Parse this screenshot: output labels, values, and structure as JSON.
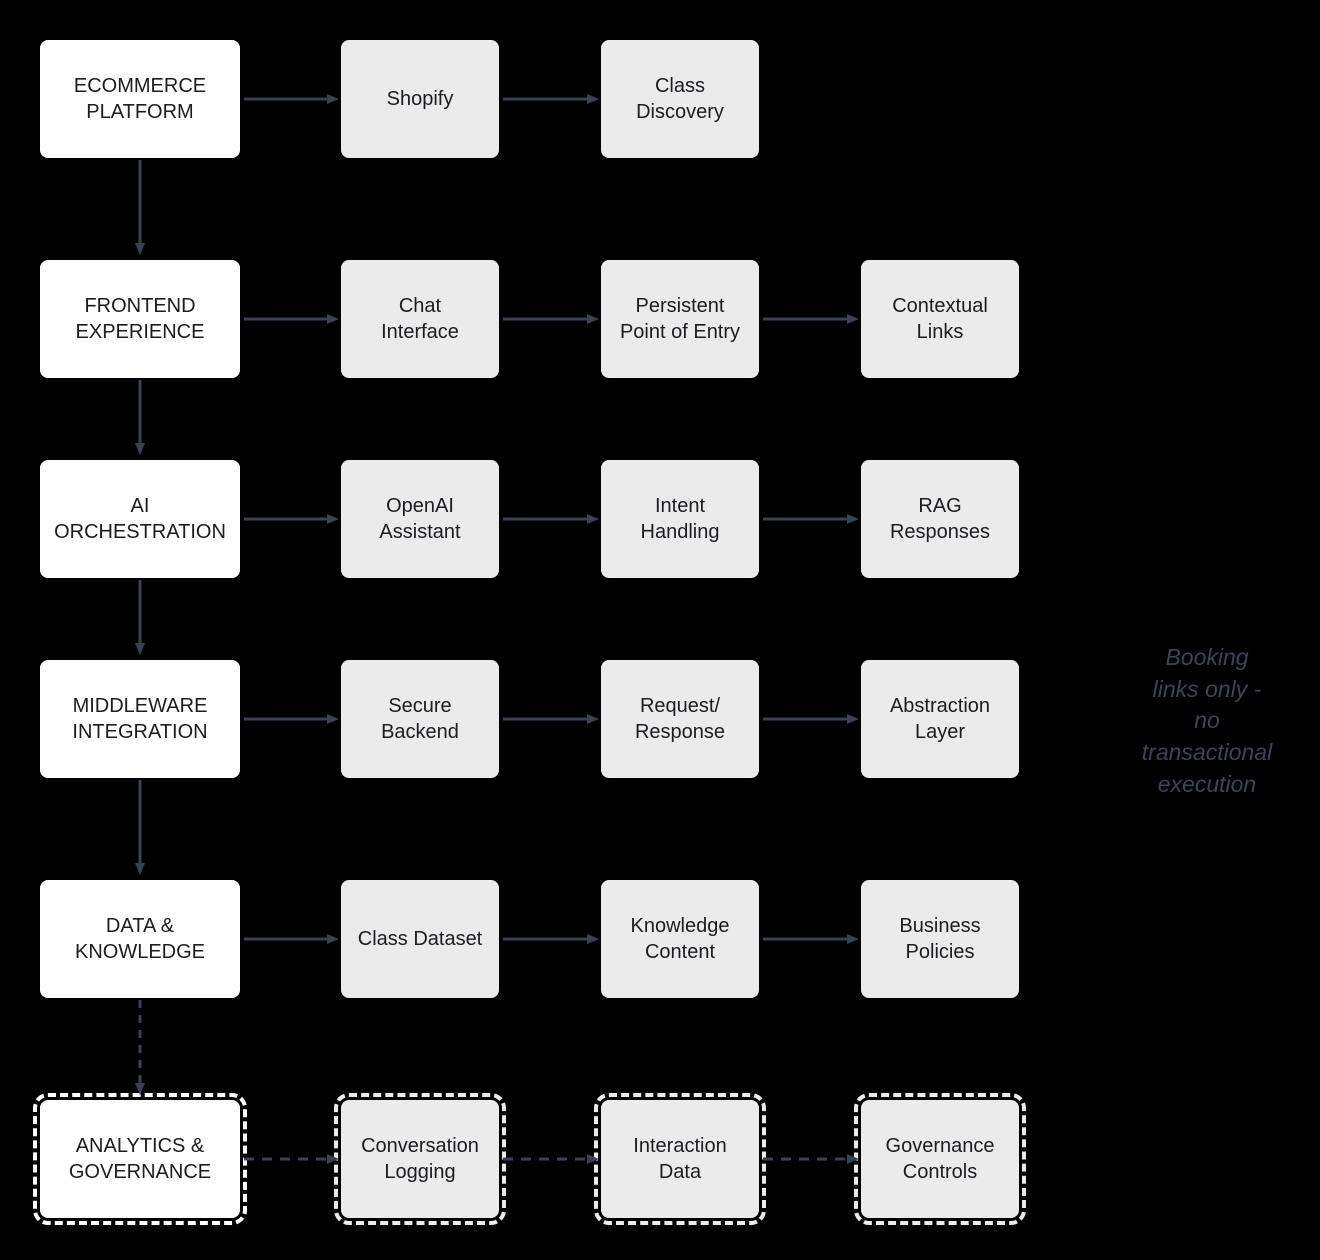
{
  "title": "AI chatbot architecture flow",
  "rows": [
    {
      "stage": "ECOMMERCE\nPLATFORM",
      "items": [
        "Shopify",
        "Class\nDiscovery"
      ],
      "style": "solid"
    },
    {
      "stage": "FRONTEND\nEXPERIENCE",
      "items": [
        "Chat\nInterface",
        "Persistent\nPoint of Entry",
        "Contextual\nLinks"
      ],
      "style": "solid"
    },
    {
      "stage": "AI\nORCHESTRATION",
      "items": [
        "OpenAI\nAssistant",
        "Intent\nHandling",
        "RAG\nResponses"
      ],
      "style": "solid"
    },
    {
      "stage": "MIDDLEWARE\nINTEGRATION",
      "items": [
        "Secure\nBackend",
        "Request/\nResponse",
        "Abstraction\nLayer"
      ],
      "style": "solid"
    },
    {
      "stage": "DATA &\nKNOWLEDGE",
      "items": [
        "Class Dataset",
        "Knowledge\nContent",
        "Business\nPolicies"
      ],
      "style": "solid"
    },
    {
      "stage": "ANALYTICS &\nGOVERNANCE",
      "items": [
        "Conversation\nLogging",
        "Interaction\nData",
        "Governance\nControls"
      ],
      "style": "dashed"
    }
  ],
  "note": {
    "text": "Booking\nlinks only -\nno\ntransactional\nexecution"
  },
  "colors": {
    "background": "#000000",
    "stage_fill": "#ffffff",
    "item_fill": "#ebebeb",
    "text": "#1c1c21",
    "arrow": "#3a414f",
    "note_text": "#3d4553"
  }
}
